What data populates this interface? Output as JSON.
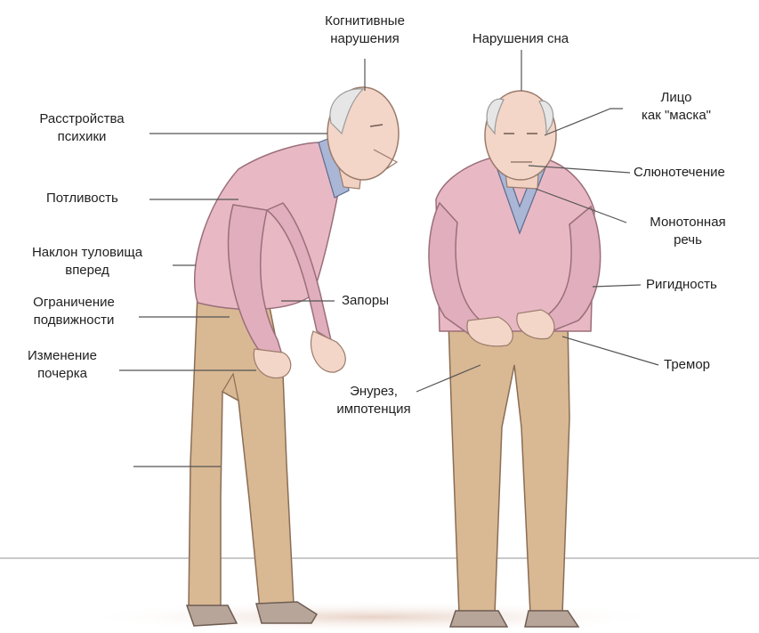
{
  "labels": {
    "cognitive": [
      "Когнитивные",
      "нарушения"
    ],
    "sleep": "Нарушения сна",
    "psyche": [
      "Расстройства",
      "психики"
    ],
    "sweating": "Потливость",
    "trunk": [
      "Наклон туловища",
      "вперед"
    ],
    "mobility": [
      "Ограничение",
      "подвижности"
    ],
    "handwriting": [
      "Изменение",
      "почерка"
    ],
    "constipation": "Запоры",
    "mask_face": [
      "Лицо",
      "как \"маска\""
    ],
    "salivation": "Слюнотечение",
    "speech": [
      "Монотонная",
      "речь"
    ],
    "rigidity": "Ригидность",
    "tremor": "Тремор",
    "enuresis": [
      "Энурез,",
      "импотенция"
    ]
  },
  "colors": {
    "sweater": "#e8b9c4",
    "trousers": "#d9b894",
    "shirt": "#a9b6d6",
    "skin": "#f3d6c8",
    "leader_line": "#555555"
  }
}
